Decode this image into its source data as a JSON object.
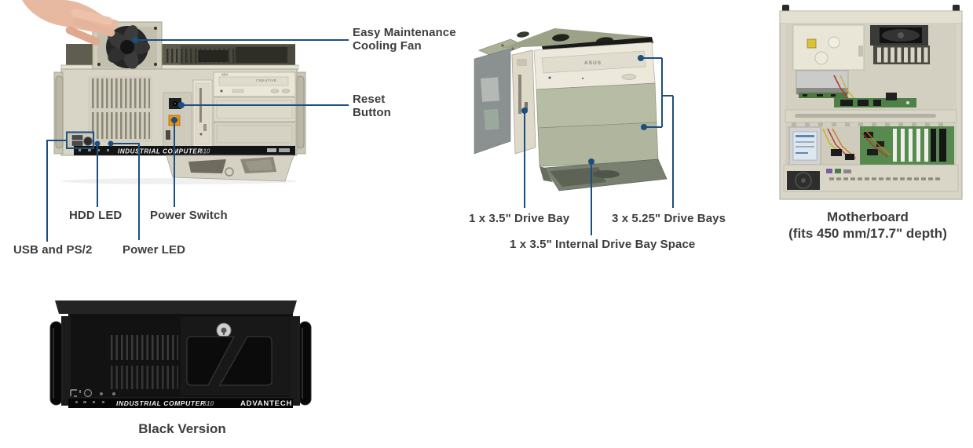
{
  "colors": {
    "callout_blue": "#1b4f82",
    "label_gray": "#3d3d3d",
    "chassis_beige": "#d8d5c6",
    "cage_green": "#b4b9a2",
    "black_chassis": "#121212"
  },
  "front_view": {
    "strip_brand": "INDUSTRIAL COMPUTER",
    "strip_model": "610",
    "cd_brand": "CREATIVE",
    "callouts": {
      "cooling_fan": {
        "line1": "Easy Maintenance",
        "line2": "Cooling Fan"
      },
      "reset": {
        "line1": "Reset",
        "line2": "Button"
      },
      "hdd_led": "HDD LED",
      "power_switch": "Power Switch",
      "usb_ps2": "USB and PS/2",
      "power_led": "Power LED"
    }
  },
  "drive_cage": {
    "optical_brand": "ASUS",
    "callouts": {
      "bay_3_5": "1 x 3.5\" Drive Bay",
      "bays_5_25": "3 x 5.25\" Drive Bays",
      "internal_3_5": "1 x 3.5\" Internal Drive Bay Space"
    }
  },
  "motherboard_view": {
    "caption_line1": "Motherboard",
    "caption_line2": "(fits 450 mm/17.7\" depth)"
  },
  "black_version": {
    "caption": "Black Version",
    "strip_brand": "INDUSTRIAL COMPUTER",
    "strip_model": "610",
    "brand_logo": "ADVANTECH"
  }
}
